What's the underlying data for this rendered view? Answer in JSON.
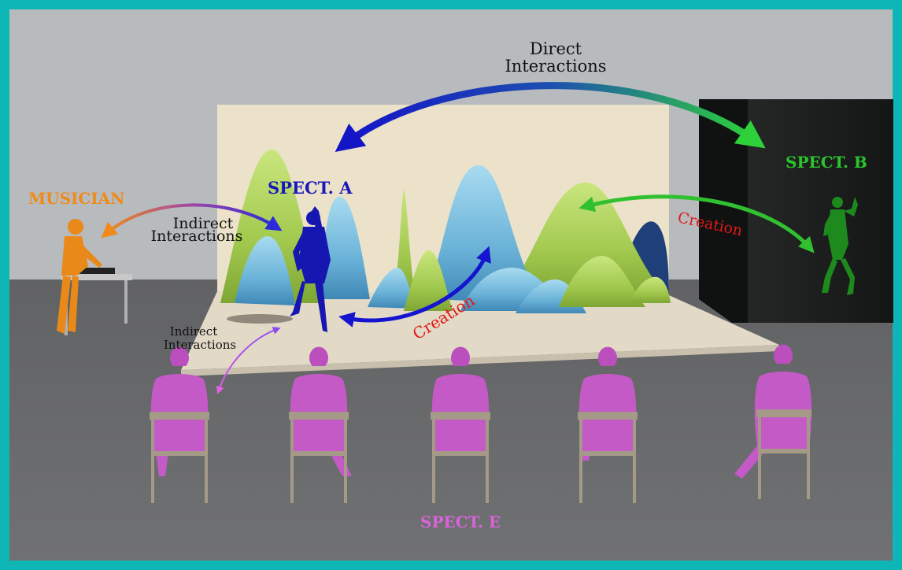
{
  "labels": {
    "musician": "MUSICIAN",
    "spect_a": "SPECT. A",
    "spect_b": "SPECT. B",
    "spect_e": "SPECT. E",
    "direct_line1": "Direct",
    "direct_line2": "Interactions",
    "indirect_a_line1": "Indirect",
    "indirect_a_line2": "Interactions",
    "indirect_e_line1": "Indirect",
    "indirect_e_line2": "Interactions",
    "creation_a": "Creation",
    "creation_b": "Creation"
  },
  "colors": {
    "frame": "#0fb6b6",
    "wall": "#b9bcbf",
    "floor": "#6b6c6e",
    "stage_floor": "#e5dccb",
    "backdrop": "#ece2c9",
    "booth": "#1e2120",
    "musician": "#e8891a",
    "spect_a": "#1414b8",
    "spect_b": "#1f9a1f",
    "spect_e": "#c84fc8",
    "creation": "#e01818",
    "hill_blue": "#7fc3e3",
    "hill_green": "#a6cf52"
  },
  "icons": {
    "chair": "chair-icon",
    "person": "person-icon",
    "keyboard": "keyboard-icon"
  }
}
